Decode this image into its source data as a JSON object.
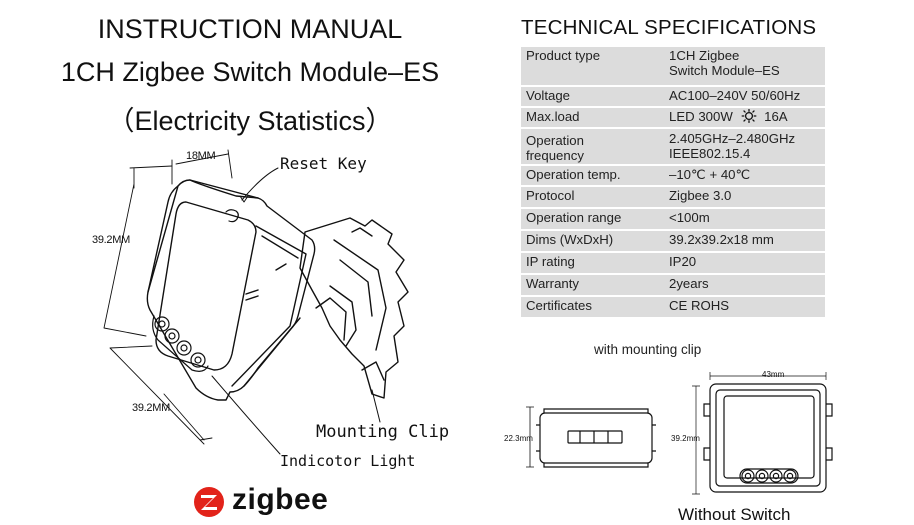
{
  "title": {
    "line1": "INSTRUCTION MANUAL",
    "line2": "1CH Zigbee Switch Module–ES",
    "line3": "（Electricity Statistics）"
  },
  "specs": {
    "heading": "TECHNICAL SPECIFICATIONS",
    "rows": [
      {
        "key": "Product type",
        "value_line1": "1CH Zigbee",
        "value_line2": "Switch Module–ES"
      },
      {
        "key": "Voltage",
        "value": "AC100–240V 50/60Hz"
      },
      {
        "key": "Max.load",
        "value_a": "LED 300W",
        "value_b": "16A"
      },
      {
        "key_line1": "Operation",
        "key_line2": "frequency",
        "value_line1": "2.405GHz–2.480GHz",
        "value_line2": "IEEE802.15.4"
      },
      {
        "key": "Operation temp.",
        "value": "–10℃ + 40℃"
      },
      {
        "key": "Protocol",
        "value": "Zigbee  3.0"
      },
      {
        "key": "Operation range",
        "value": "<100m"
      },
      {
        "key": "Dims (WxDxH)",
        "value": "39.2x39.2x18 mm"
      },
      {
        "key": "IP rating",
        "value": "IP20"
      },
      {
        "key": "Warranty",
        "value": "2years"
      },
      {
        "key": "Certificates",
        "value": "CE ROHS"
      }
    ]
  },
  "diagram": {
    "dim_depth": "18MM",
    "dim_height": "39.2MM",
    "dim_width": "39.2MM",
    "label_reset": "Reset Key",
    "label_clip": "Mounting Clip",
    "label_light": "Indicotor Light"
  },
  "views": {
    "caption_clip": "with mounting clip",
    "caption_noswitch": "Without Switch",
    "dim_side": "22.3mm",
    "dim_front_w": "43mm",
    "dim_front_h": "39.2mm"
  },
  "brand": {
    "name": "zigbee",
    "logo_icon": "zigbee-logo-icon",
    "logo_color": "#e2231a"
  },
  "icons": {
    "load_icon": "sun-bulb-icon"
  }
}
